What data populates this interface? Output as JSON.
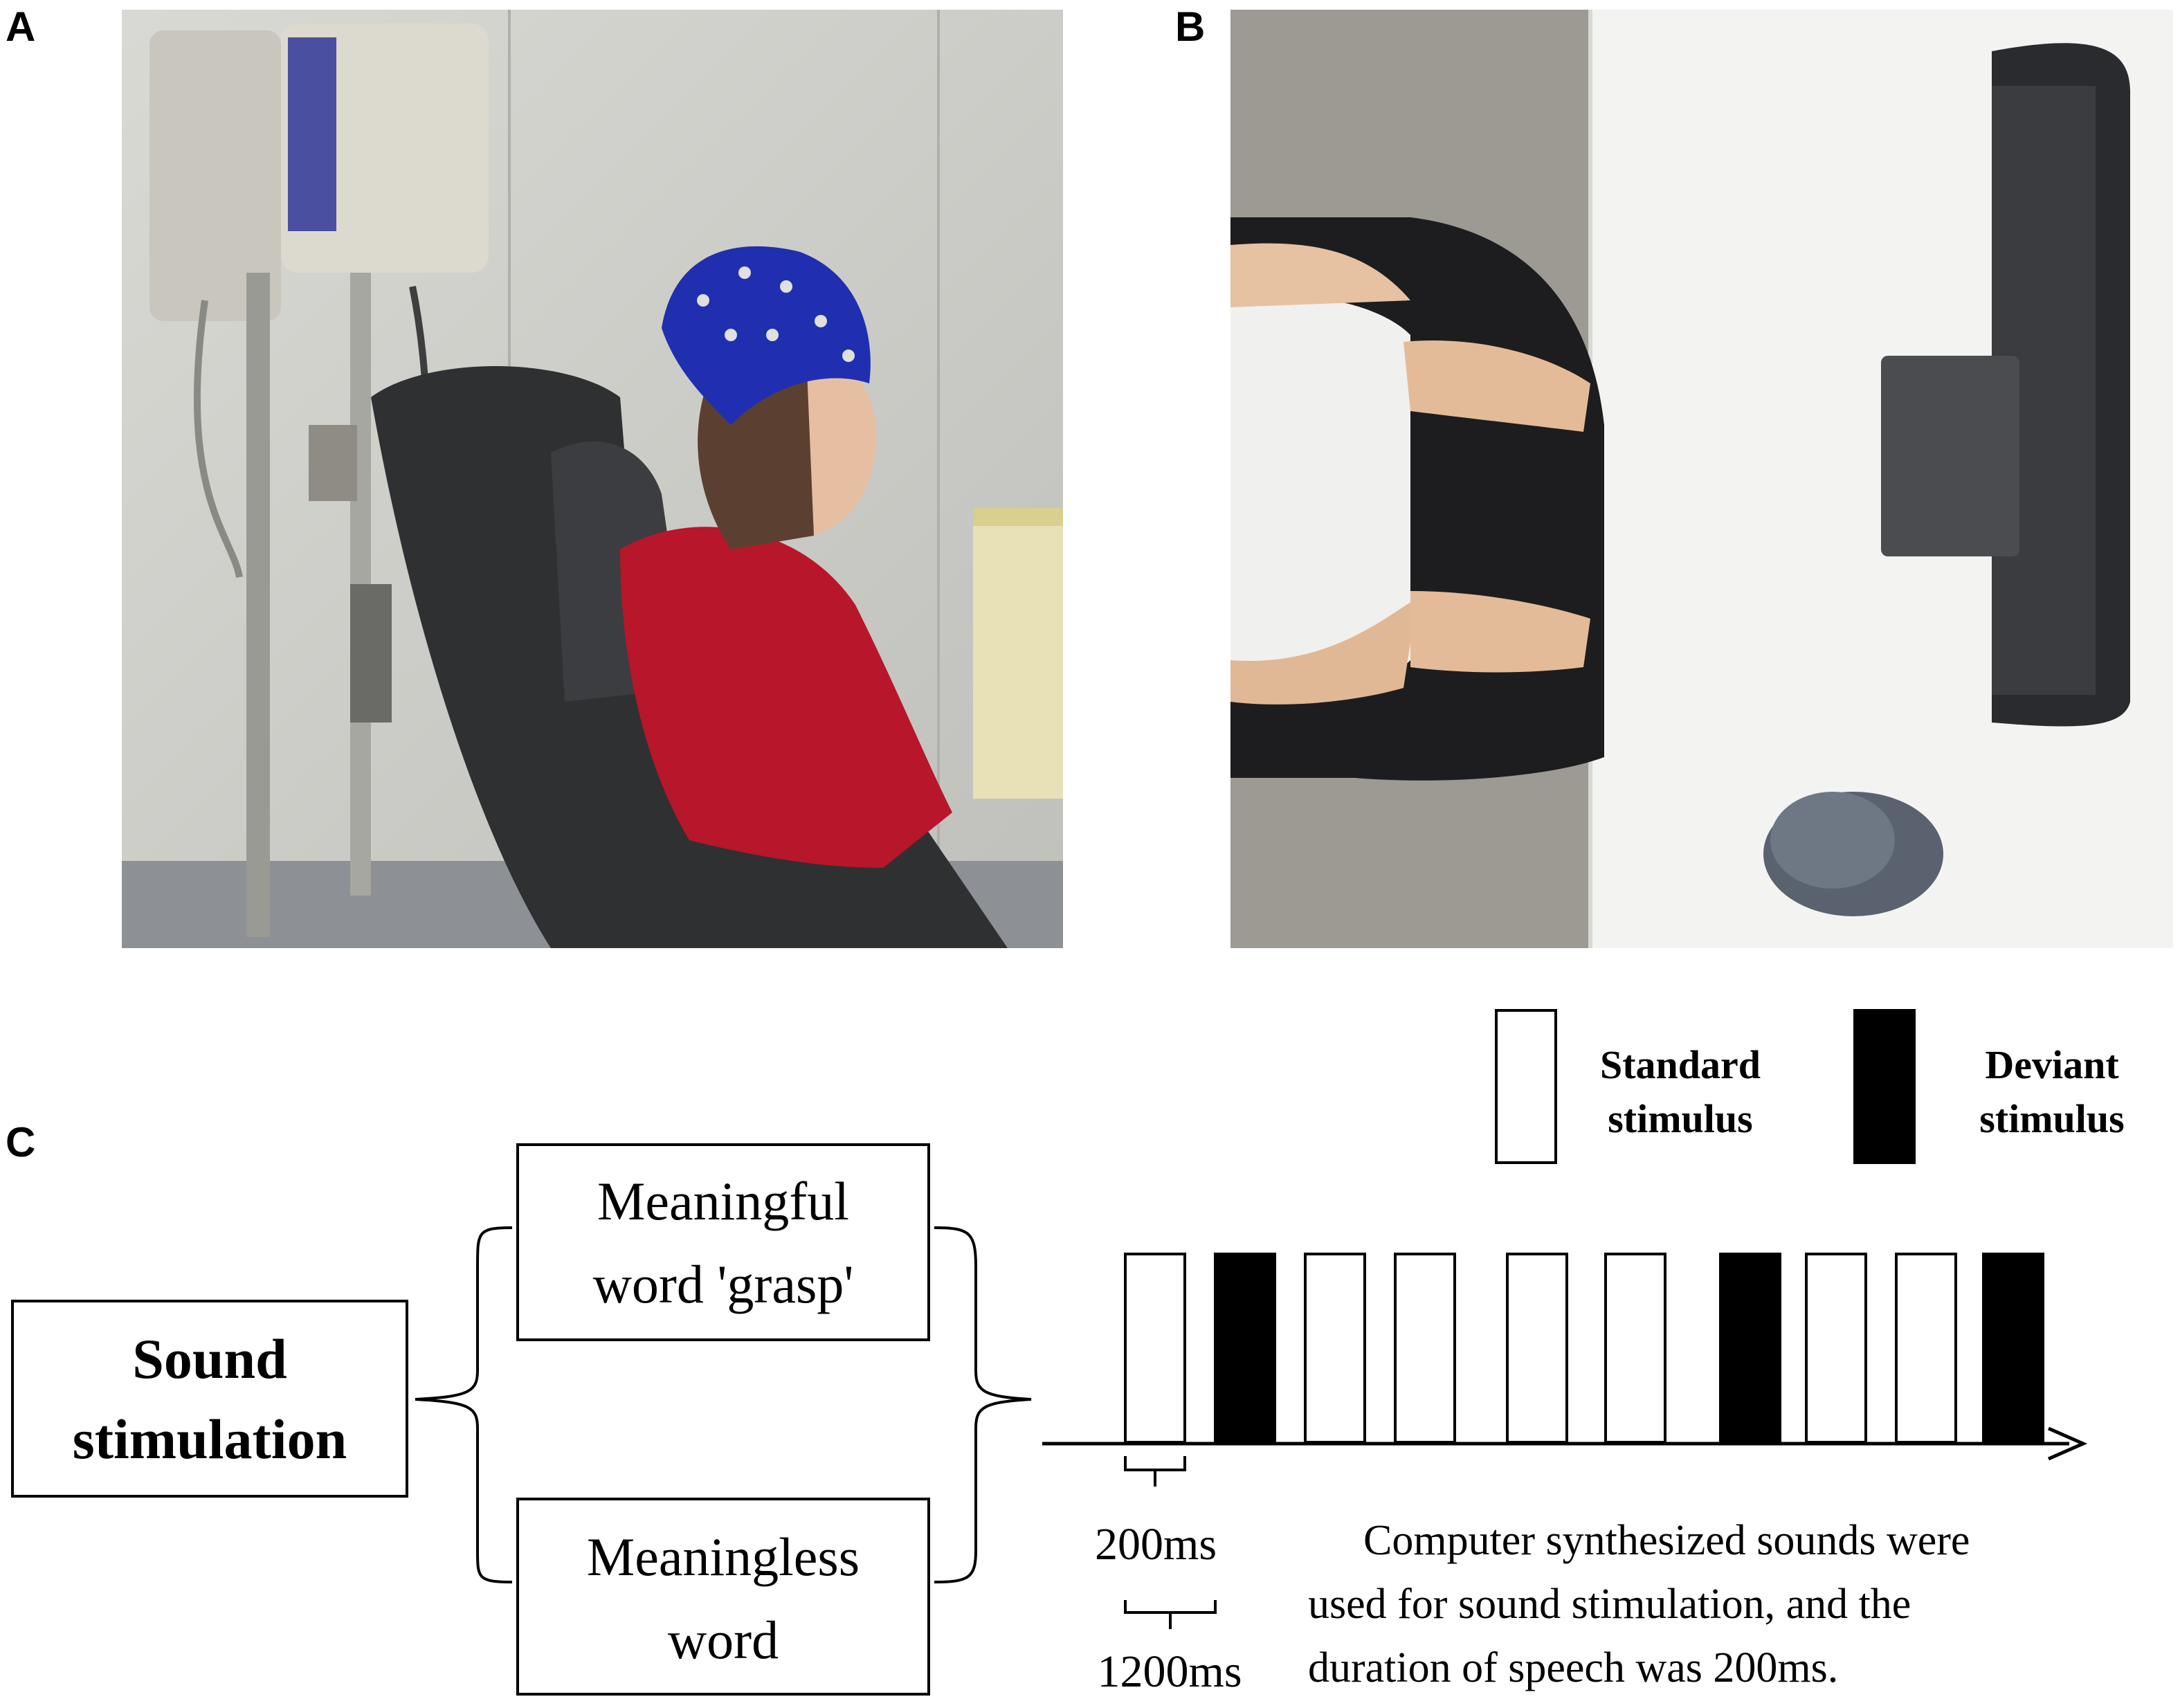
{
  "panels": {
    "a": "A",
    "b": "B",
    "c": "C"
  },
  "legend": {
    "standard_line1": "Standard",
    "standard_line2": "stimulus",
    "deviant_line1": "Deviant",
    "deviant_line2": "stimulus"
  },
  "diagram": {
    "sound_line1": "Sound",
    "sound_line2": "stimulation",
    "meaningful_line1": "Meaningful",
    "meaningful_line2": "word 'grasp'",
    "meaningless_line1": "Meaningless",
    "meaningless_line2": "word",
    "duration_short": "200ms",
    "duration_long": "1200ms",
    "caption_line1": "Computer synthesized sounds were",
    "caption_line2": "used for sound stimulation, and the",
    "caption_line3": "duration of speech was 200ms."
  },
  "stimulus_sequence": [
    "standard",
    "deviant",
    "standard",
    "standard",
    "standard",
    "standard",
    "deviant",
    "standard",
    "standard",
    "deviant"
  ],
  "colors": {
    "standard": "#ffffff",
    "deviant": "#000000"
  }
}
